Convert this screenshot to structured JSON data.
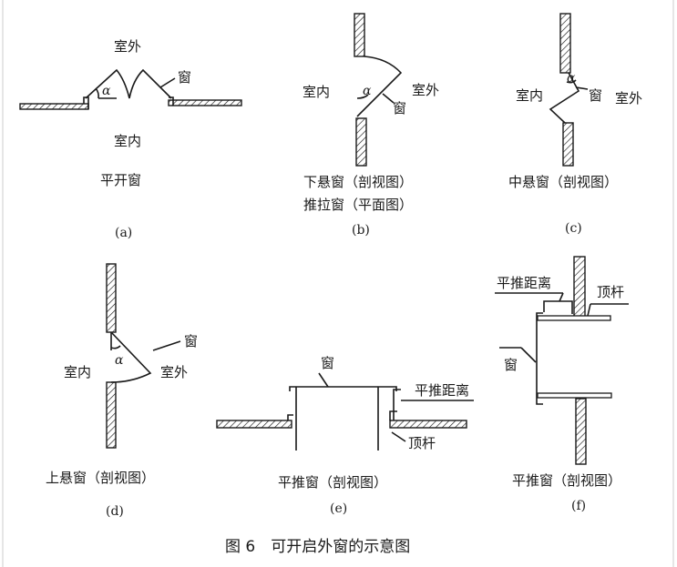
{
  "alpha": "α",
  "panels": {
    "a": {
      "outside": "室外",
      "inside": "室内",
      "window": "窗",
      "name": "平开窗",
      "tag": "(a)"
    },
    "b": {
      "outside": "室外",
      "inside": "室内",
      "window": "窗",
      "name1": "下悬窗（剖视图）",
      "name2": "推拉窗（平面图）",
      "tag": "(b)"
    },
    "c": {
      "outside": "室外",
      "inside": "室内",
      "window": "窗",
      "name": "中悬窗（剖视图）",
      "tag": "(c)"
    },
    "d": {
      "outside": "室外",
      "inside": "室内",
      "window": "窗",
      "name": "上悬窗（剖视图）",
      "tag": "(d)"
    },
    "e": {
      "window": "窗",
      "distance": "平推距离",
      "rod": "顶杆",
      "name": "平推窗（剖视图）",
      "tag": "(e)"
    },
    "f": {
      "window": "窗",
      "distance": "平推距离",
      "rod": "顶杆",
      "name": "平推窗（剖视图）",
      "tag": "(f)"
    }
  },
  "caption": "图 6　可开启外窗的示意图"
}
